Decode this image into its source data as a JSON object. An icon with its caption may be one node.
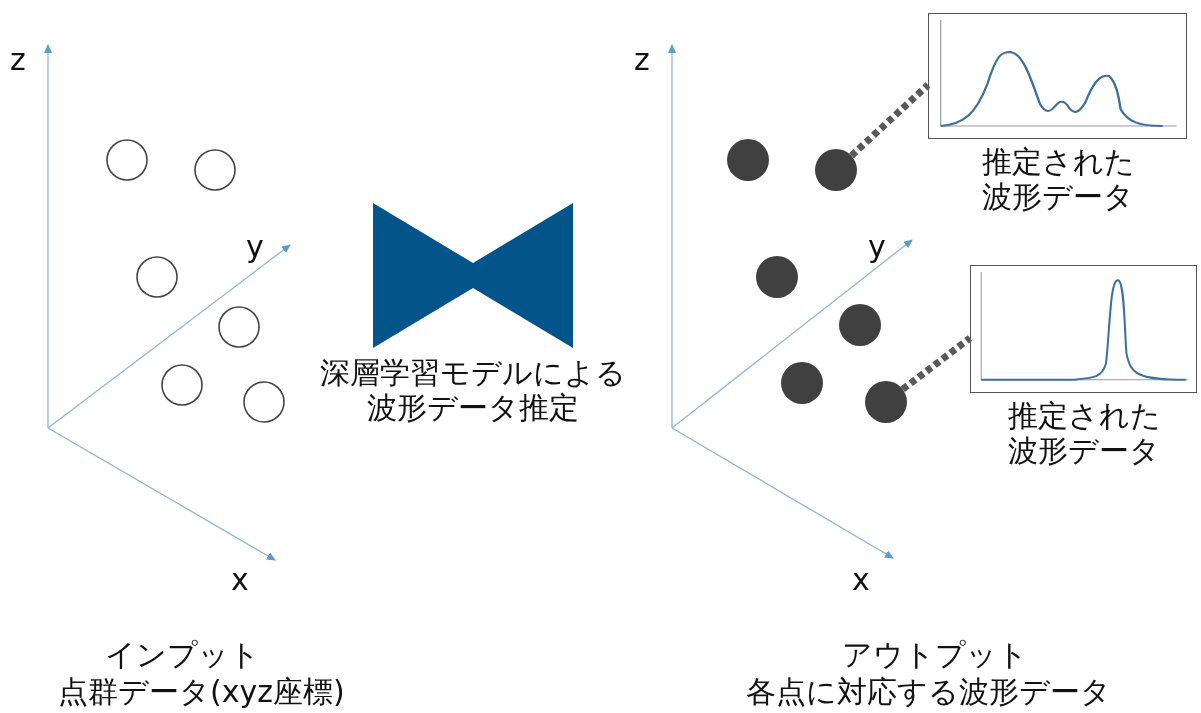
{
  "diagram": {
    "nodes": [
      {
        "text": [
          "推定された波形データ"
        ]
      },
      {
        "text": [],
        "shape": "circle"
      },
      {
        "text": [
          "深層学習モデルによる波形データ推定"
        ]
      },
      {
        "text": [
          "推定された波形データ"
        ]
      },
      {
        "text": [],
        "shape": "circle"
      }
    ],
    "edges": [
      {
        "from": 1,
        "to": 0,
        "arrow": "none",
        "style": "dashed"
      },
      {
        "from": 4,
        "to": 3,
        "arrow": "none",
        "style": "dashed"
      }
    ],
    "labels": [
      "z",
      "z",
      "y",
      "y",
      "x",
      "x",
      "インプット",
      "点群データ(xyz座標)",
      "アウトプット",
      "各点に対応する波形データ"
    ]
  }
}
